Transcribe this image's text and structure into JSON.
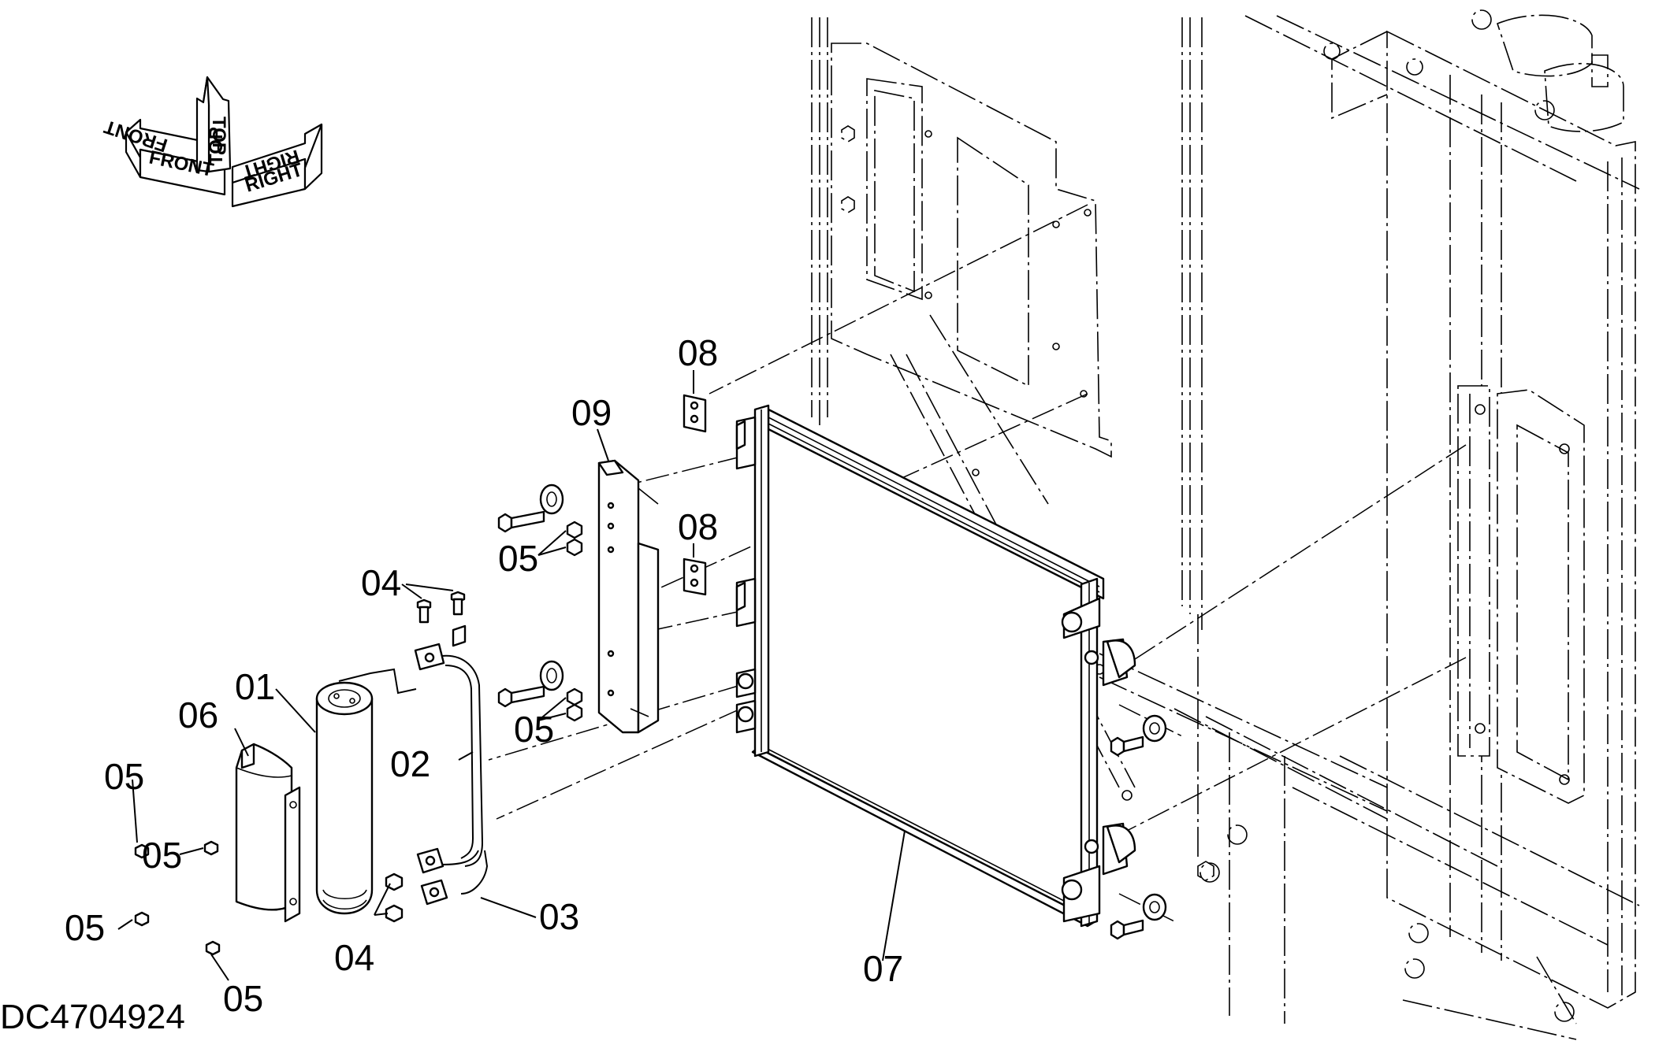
{
  "diagram": {
    "drawing_code": "DC4704924",
    "orientation_arrows": {
      "front": "FRONT",
      "top": "TOP",
      "right": "RIGHT"
    },
    "part_labels": [
      {
        "id": "l01",
        "text": "01"
      },
      {
        "id": "l02",
        "text": "02"
      },
      {
        "id": "l03",
        "text": "03"
      },
      {
        "id": "l04a",
        "text": "04"
      },
      {
        "id": "l04b",
        "text": "04"
      },
      {
        "id": "l05a",
        "text": "05"
      },
      {
        "id": "l05b",
        "text": "05"
      },
      {
        "id": "l05c",
        "text": "05"
      },
      {
        "id": "l05d",
        "text": "05"
      },
      {
        "id": "l05e",
        "text": "05"
      },
      {
        "id": "l05f",
        "text": "05"
      },
      {
        "id": "l06",
        "text": "06"
      },
      {
        "id": "l07",
        "text": "07"
      },
      {
        "id": "l08a",
        "text": "08"
      },
      {
        "id": "l08b",
        "text": "08"
      },
      {
        "id": "l09",
        "text": "09"
      }
    ]
  }
}
